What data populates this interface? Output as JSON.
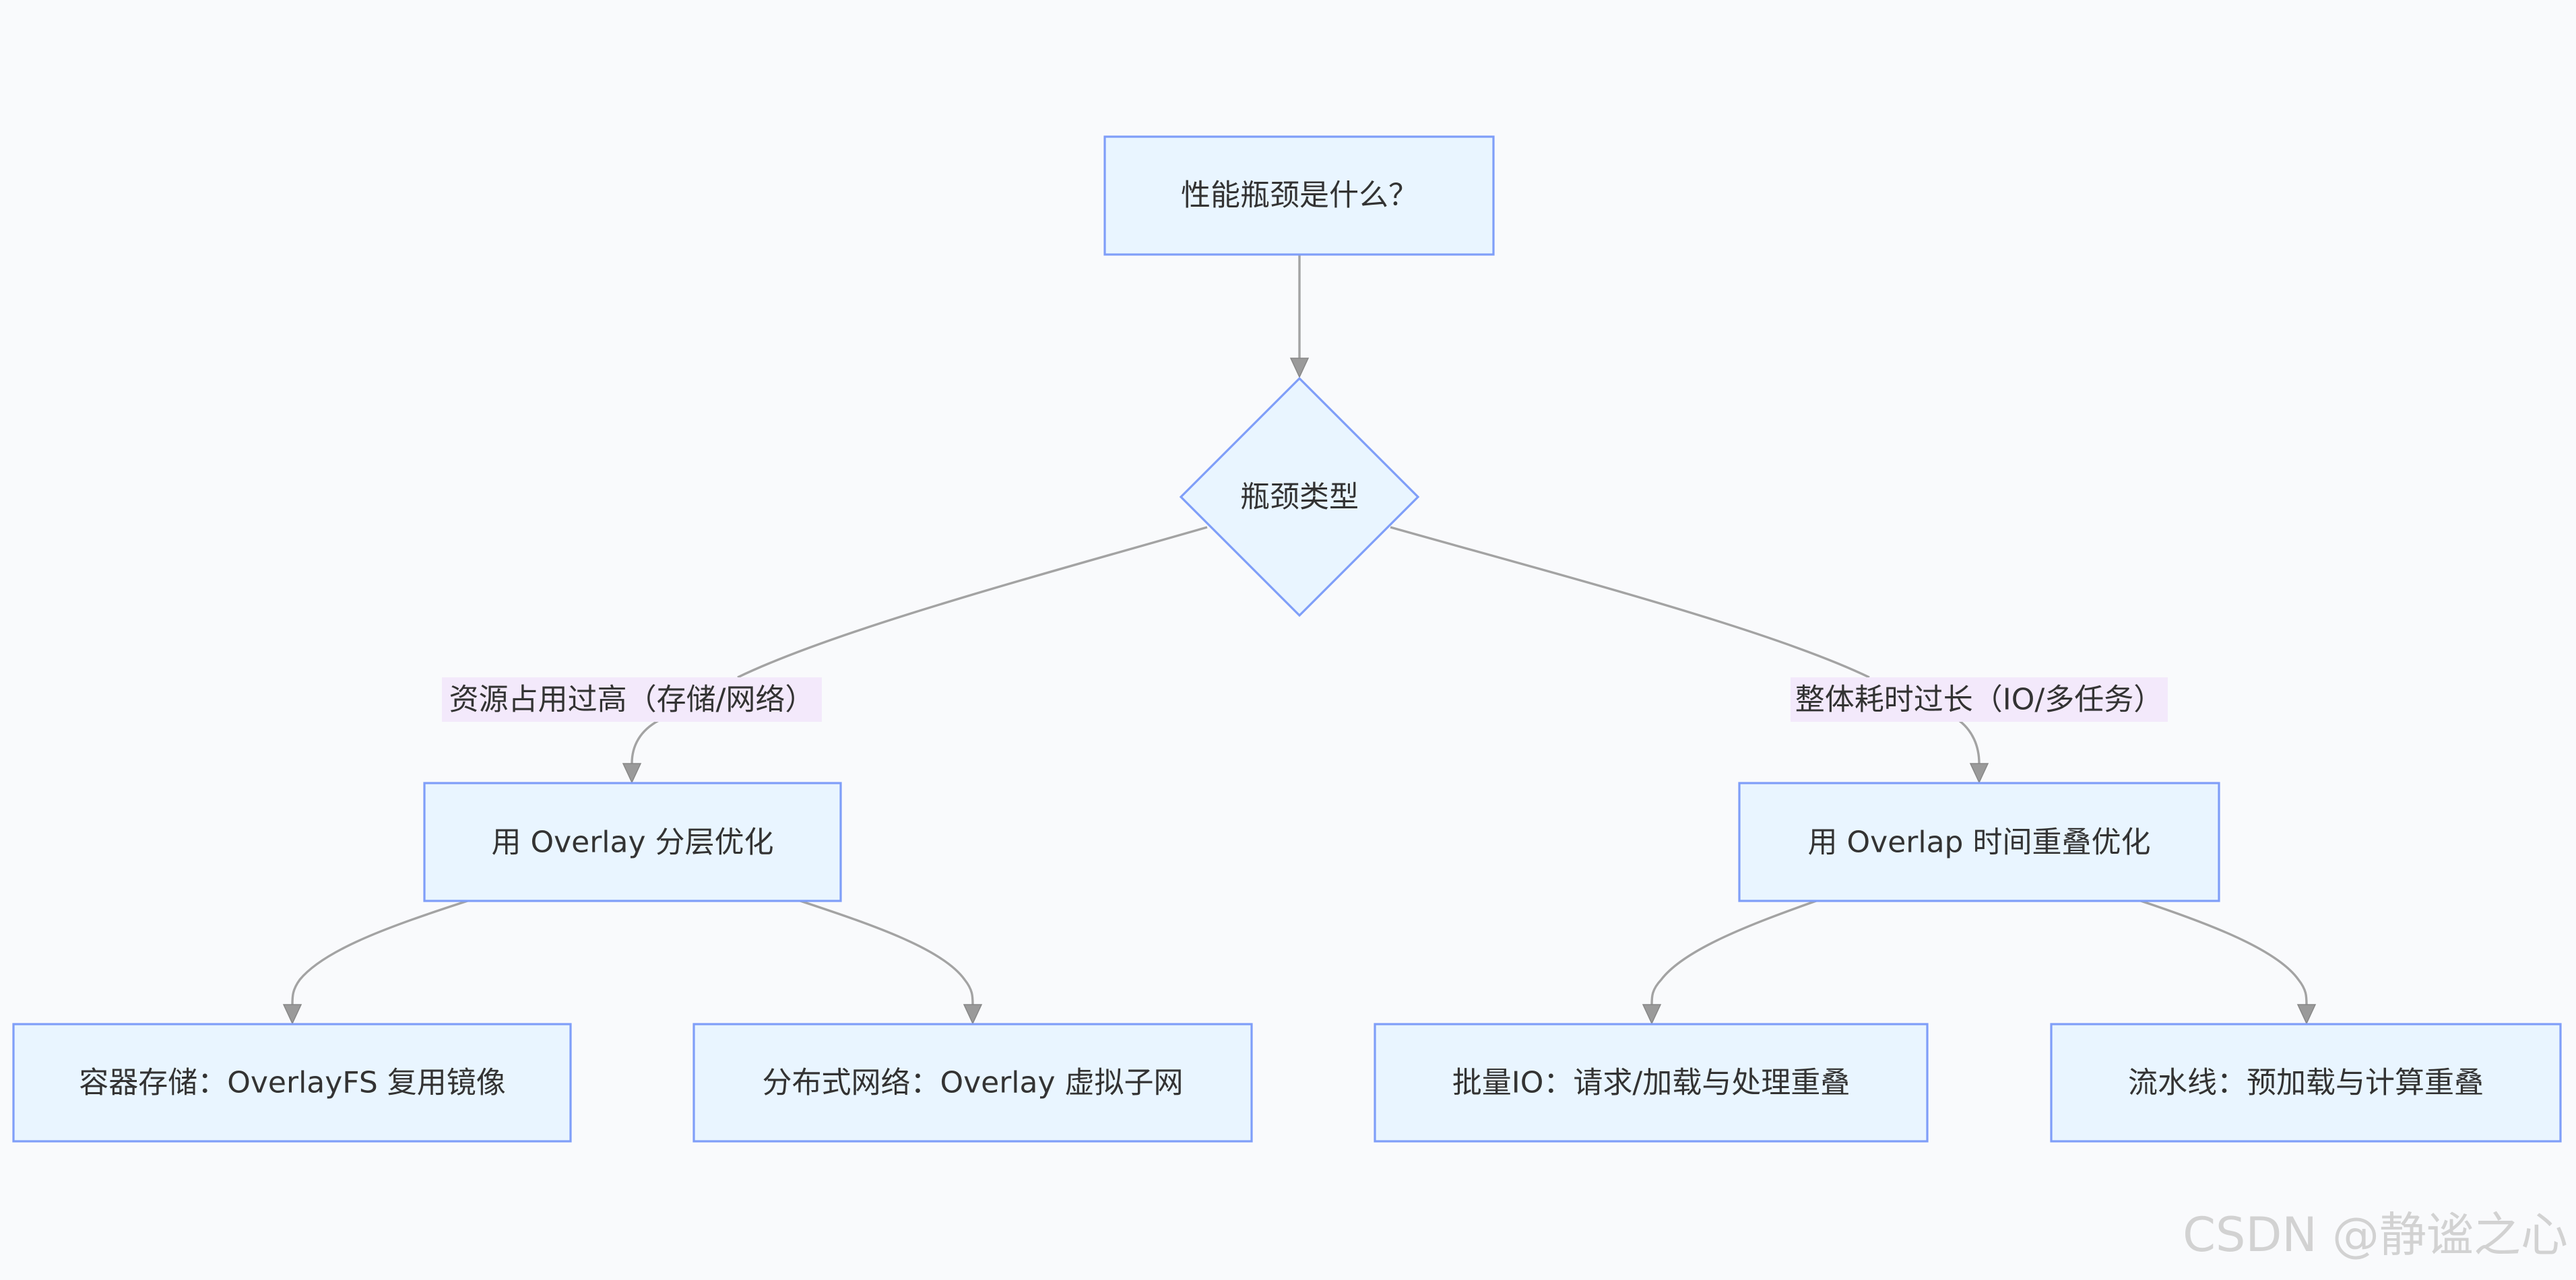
{
  "nodes": {
    "start": "性能瓶颈是什么？",
    "decision": "瓶颈类型",
    "overlay": "用 Overlay 分层优化",
    "overlap": "用 Overlap 时间重叠优化",
    "container_storage": "容器存储：OverlayFS 复用镜像",
    "distributed_network": "分布式网络：Overlay 虚拟子网",
    "batch_io": "批量IO：请求/加载与处理重叠",
    "pipeline": "流水线：预加载与计算重叠"
  },
  "edge_labels": {
    "resource": "资源占用过高（存储/网络）",
    "time": "整体耗时过长（IO/多任务）"
  },
  "watermark": "CSDN @静谧之心",
  "colors": {
    "node_fill": "#e9f5ff",
    "node_stroke": "#7f9ef8",
    "label_bg": "#f3e9fb",
    "edge": "#a3a3a3",
    "background": "#f9fafc"
  }
}
